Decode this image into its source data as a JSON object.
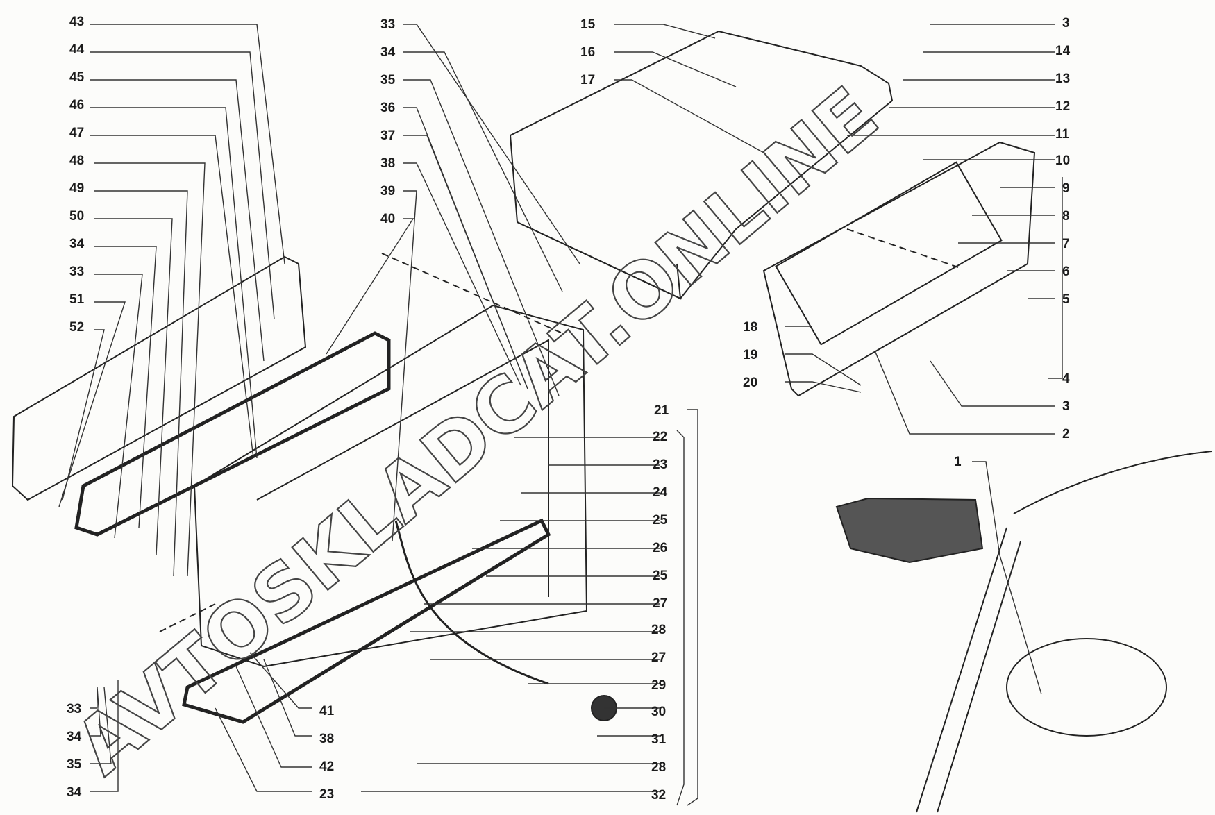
{
  "diagram": {
    "title": "Glove box and lock assembly exploded view",
    "watermark": "AVTOSKLADCAT.ONLINE",
    "callouts_left": [
      "43",
      "44",
      "45",
      "46",
      "47",
      "48",
      "49",
      "50",
      "34",
      "33",
      "51",
      "52"
    ],
    "callouts_top_middle": [
      "33",
      "34",
      "35",
      "36",
      "37",
      "38",
      "39",
      "40"
    ],
    "callouts_top_center": [
      "15",
      "16",
      "17"
    ],
    "callouts_right": [
      "3",
      "14",
      "13",
      "12",
      "11",
      "10",
      "9",
      "8",
      "7",
      "6",
      "5",
      "4",
      "3",
      "2"
    ],
    "callouts_lid": [
      "18",
      "19",
      "20"
    ],
    "callouts_center_column": [
      "21",
      "22",
      "23",
      "24",
      "25",
      "26",
      "25",
      "27",
      "28",
      "27",
      "29",
      "30",
      "31",
      "28",
      "32"
    ],
    "callouts_bottom_left": [
      "33",
      "34",
      "35",
      "34"
    ],
    "callouts_bottom_middle": [
      "41",
      "38",
      "42",
      "23"
    ],
    "callout_inset": "1"
  }
}
